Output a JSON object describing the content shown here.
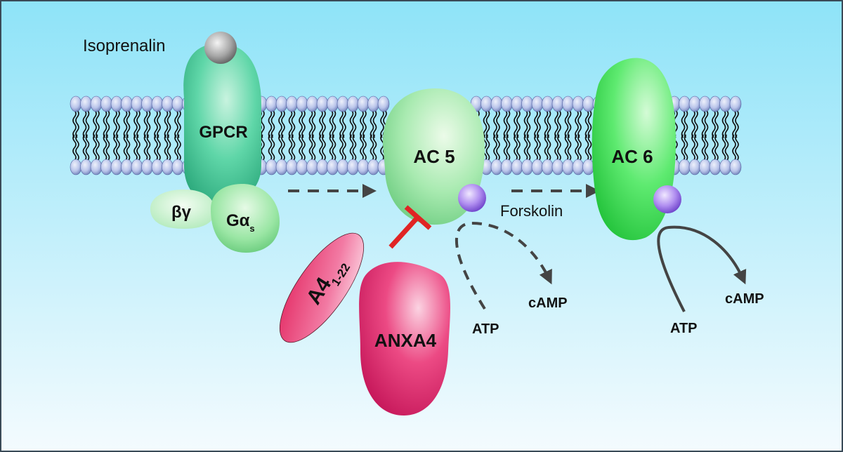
{
  "labels": {
    "isoprenalin": "Isoprenalin",
    "gpcr": "GPCR",
    "beta_gamma": "βγ",
    "g_alpha": "Gα",
    "g_alpha_sub": "s",
    "ac5": "AC 5",
    "ac6": "AC 6",
    "forskolin": "Forskolin",
    "a4": "A4",
    "a4_sub": "1-22",
    "anxa4": "ANXA4",
    "atp_1": "ATP",
    "camp_1": "cAMP",
    "atp_2": "ATP",
    "camp_2": "cAMP"
  },
  "colors": {
    "background_top": "#8ee3f8",
    "background_bottom": "#f4fbfe",
    "frame": "#3a4a57",
    "lipid_head": "#b9c4ea",
    "gpcr": "#3fcf9a",
    "g_protein": "#8ee09a",
    "ac5": "#a8eab0",
    "ac6": "#3fe35a",
    "anxa4": "#e8306e",
    "a4_peptide": "#ef5a8e",
    "inhibition": "#e02424",
    "arrow": "#444444",
    "ligand": "#9a9a9a",
    "forskolin_site": "#b08ef0"
  }
}
